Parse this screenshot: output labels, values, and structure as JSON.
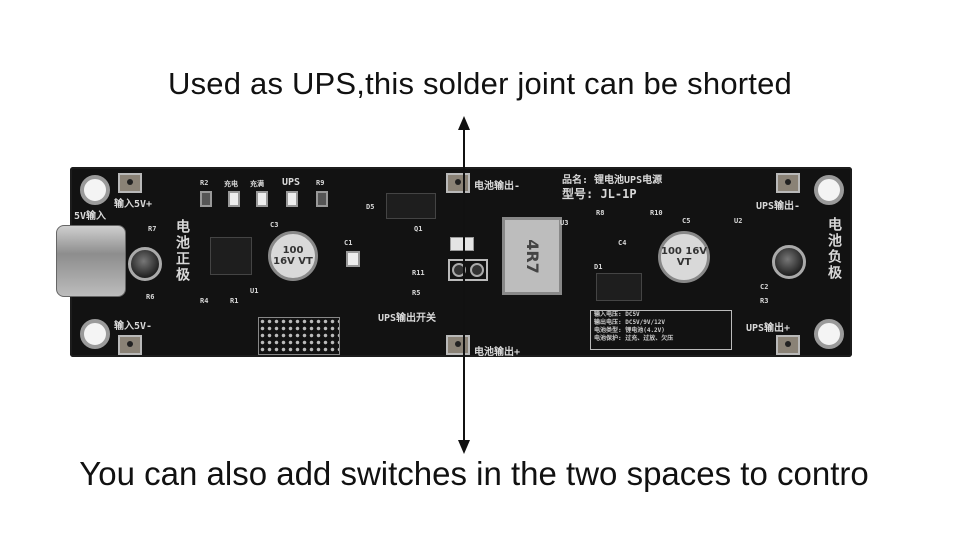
{
  "captions": {
    "top": "Used as UPS,this solder joint can be shorted",
    "bottom": "You can also add switches in the two spaces to contro"
  },
  "pcb": {
    "product_name": "品名: 锂电池UPS电源",
    "model": "型号: JL-1P",
    "labels": {
      "input_5v": "5V输入",
      "input_pos": "输入5V+",
      "input_neg": "输入5V-",
      "battery_pos_side": "电池正极",
      "battery_neg_side": "电池负极",
      "battery_out_neg": "电池输出-",
      "battery_out_pos": "电池输出+",
      "ups_out_neg": "UPS输出-",
      "ups_out_pos": "UPS输出+",
      "ups_switch": "UPS输出开关",
      "led_charge": "充电",
      "led_full": "充满",
      "led_ups": "UPS"
    },
    "components": {
      "r2": "R2",
      "r9": "R9",
      "r7": "R7",
      "r6": "R6",
      "r4": "R4",
      "r1": "R1",
      "r11": "R11",
      "r5": "R5",
      "r8": "R8",
      "r10": "R10",
      "r3": "R3",
      "c1": "C1",
      "c2": "C2",
      "c3": "C3",
      "c4": "C4",
      "c5": "C5",
      "d1": "D1",
      "d5": "D5",
      "q1": "Q1",
      "u1": "U1",
      "u2": "U2",
      "u3": "U3",
      "inductor": "4R7",
      "cap_c3": "100 16V VT",
      "cap_c5": "100 16V VT"
    },
    "spec_box": [
      "输入电压: DC5V",
      "输出电压: DC5V/9V/12V",
      "电池类型: 锂电池(4.2V)",
      "电池保护: 过充、过放、欠压"
    ]
  }
}
